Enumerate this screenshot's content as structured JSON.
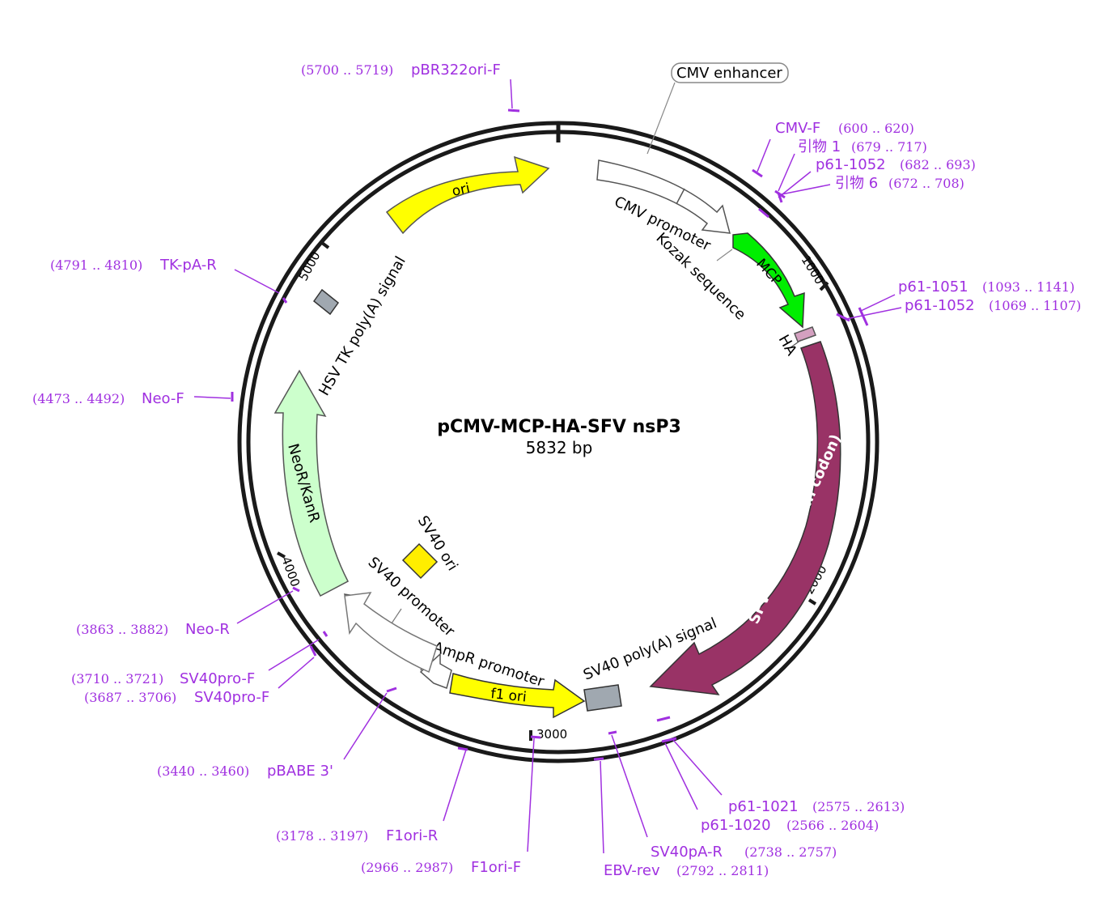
{
  "plasmid": {
    "name": "pCMV-MCP-HA-SFV nsP3",
    "size_label": "5832 bp"
  },
  "ticks": [
    {
      "label": "1000"
    },
    {
      "label": "2000"
    },
    {
      "label": "3000"
    },
    {
      "label": "4000"
    },
    {
      "label": "5000"
    }
  ],
  "features": [
    {
      "key": "ori",
      "label": "ori",
      "color": "#ffff00"
    },
    {
      "key": "cmv-promoter",
      "label": "CMV promoter",
      "color": "#ffffff"
    },
    {
      "key": "kozak",
      "label": "Kozak sequence"
    },
    {
      "key": "mcp",
      "label": "MCP",
      "color": "#00ee00"
    },
    {
      "key": "ha",
      "label": "HA",
      "color": "#d4a0c0"
    },
    {
      "key": "sfv-nsp3",
      "label": "SFV nsP3 (human codon)",
      "color": "#993366"
    },
    {
      "key": "sv40-polya",
      "label": "SV40 poly(A) signal",
      "color": "#a0a8b0"
    },
    {
      "key": "f1-ori",
      "label": "f1 ori",
      "color": "#ffff00"
    },
    {
      "key": "ampr-promoter",
      "label": "AmpR promoter",
      "color": "#ffffff"
    },
    {
      "key": "sv40-promoter",
      "label": "SV40 promoter",
      "color": "#ffffff"
    },
    {
      "key": "sv40-ori",
      "label": "SV40 ori",
      "color": "#ffee00"
    },
    {
      "key": "neor-kanr",
      "label": "NeoR/KanR",
      "color": "#ccffcc"
    },
    {
      "key": "hsv-tk-polya",
      "label": "HSV TK poly(A) signal",
      "color": "#a0a8b0"
    }
  ],
  "callouts": [
    {
      "key": "cmv-enhancer",
      "label": "CMV enhancer"
    }
  ],
  "primers": [
    {
      "key": "pbr322ori-f",
      "name": "pBR322ori-F",
      "range": "(5700 .. 5719)"
    },
    {
      "key": "cmv-f",
      "name": "CMV-F",
      "range": "(600 .. 620)"
    },
    {
      "key": "yinwu-1",
      "name": "引物 1",
      "range": "(679 .. 717)"
    },
    {
      "key": "p61-1052-a",
      "name": "p61-1052",
      "range": "(682 .. 693)"
    },
    {
      "key": "yinwu-6",
      "name": "引物 6",
      "range": "(672 .. 708)"
    },
    {
      "key": "p61-1051",
      "name": "p61-1051",
      "range": "(1093 .. 1141)"
    },
    {
      "key": "p61-1052-b",
      "name": "p61-1052",
      "range": "(1069 .. 1107)"
    },
    {
      "key": "tk-pa-r",
      "name": "TK-pA-R",
      "range": "(4791 .. 4810)"
    },
    {
      "key": "neo-f",
      "name": "Neo-F",
      "range": "(4473 .. 4492)"
    },
    {
      "key": "neo-r",
      "name": "Neo-R",
      "range": "(3863 .. 3882)"
    },
    {
      "key": "sv40pro-f-a",
      "name": "SV40pro-F",
      "range": "(3710 .. 3721)"
    },
    {
      "key": "sv40pro-f-b",
      "name": "SV40pro-F",
      "range": "(3687 .. 3706)"
    },
    {
      "key": "pbabe-3",
      "name": "pBABE 3'",
      "range": "(3440 .. 3460)"
    },
    {
      "key": "f1ori-r",
      "name": "F1ori-R",
      "range": "(3178 .. 3197)"
    },
    {
      "key": "f1ori-f",
      "name": "F1ori-F",
      "range": "(2966 .. 2987)"
    },
    {
      "key": "ebv-rev",
      "name": "EBV-rev",
      "range": "(2792 .. 2811)"
    },
    {
      "key": "sv40pa-r",
      "name": "SV40pA-R",
      "range": "(2738 .. 2757)"
    },
    {
      "key": "p61-1020",
      "name": "p61-1020",
      "range": "(2566 .. 2604)"
    },
    {
      "key": "p61-1021",
      "name": "p61-1021",
      "range": "(2575 .. 2613)"
    }
  ],
  "colors": {
    "primer": "#a030e0",
    "backbone": "#1a1a1a",
    "feature_stroke": "#333333"
  }
}
